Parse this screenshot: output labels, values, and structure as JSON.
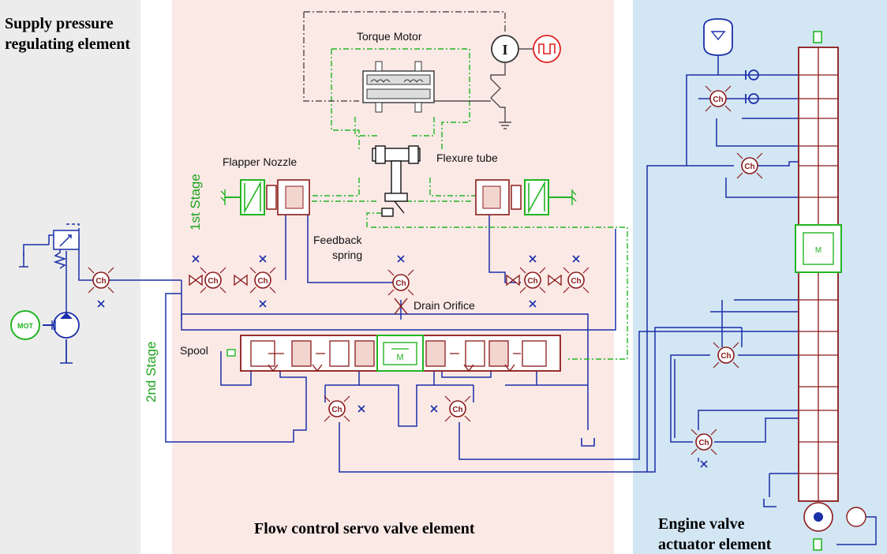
{
  "headings": {
    "supply_line1": "Supply pressure",
    "supply_line2": "regulating element",
    "flow": "Flow control servo valve element",
    "engine_line1": "Engine valve",
    "engine_line2": "actuator element"
  },
  "labels": {
    "torque_motor": "Torque Motor",
    "flapper_nozzle": "Flapper Nozzle",
    "flexure_tube": "Flexure tube",
    "feedback_line1": "Feedback",
    "feedback_line2": "spring",
    "drain_orifice": "Drain Orifice",
    "spool": "Spool",
    "stage1": "1st Stage",
    "stage2": "2nd Stage"
  },
  "symbols": {
    "chamber": "Ch",
    "motor": "MOT",
    "mass": "M",
    "current": "I"
  },
  "colors": {
    "hydraulic_line": "#1b2fa8",
    "component": "#8b1a1a",
    "mechanical": "#22b522",
    "signal": "#e02020",
    "electrical": "#333333"
  }
}
